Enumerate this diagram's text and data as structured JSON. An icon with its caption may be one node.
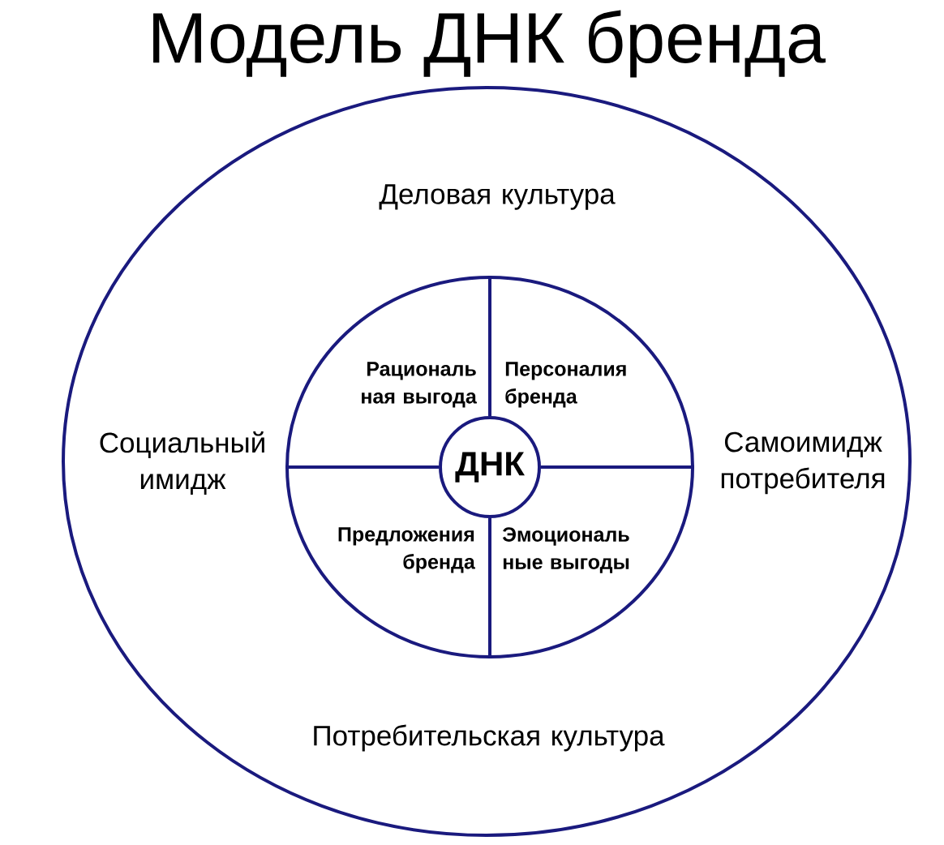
{
  "diagram": {
    "title": "Модель ДНК бренда",
    "nodes": [
      {
        "text": [
          "Деловая культура",
          "Социальный имидж",
          "Самоимидж потребителя",
          "Потребительская культура"
        ]
      },
      {
        "text": [
          "Рациональ ная выгода",
          "Персоналия бренда",
          "Предложения бренда",
          "Эмоциональ ные выгоды"
        ],
        "in": 0
      },
      {
        "text": [
          "ДНК"
        ],
        "in": 1
      }
    ]
  }
}
